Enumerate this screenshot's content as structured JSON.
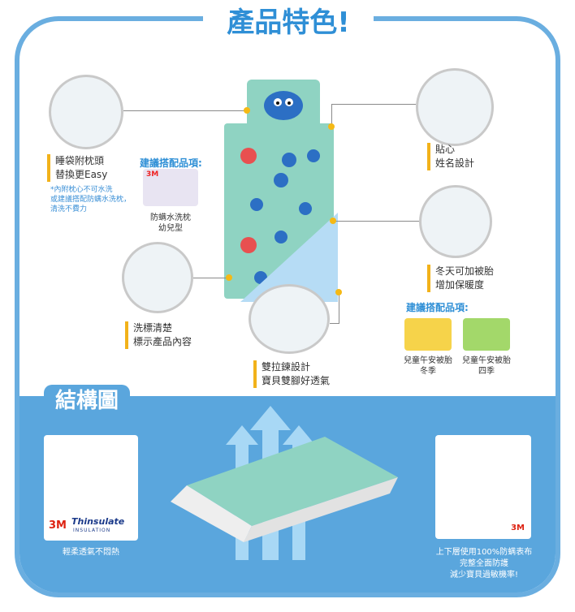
{
  "header": {
    "title": "產品特色!"
  },
  "features": {
    "pillow": {
      "line1": "睡袋附枕頭",
      "line2": "替換更Easy",
      "note1": "*內附枕心不可水洗",
      "note2": "或建議搭配防螨水洗枕，",
      "note3": "清洗不費力"
    },
    "rec_pillow": {
      "title": "建議搭配品項:",
      "cap1": "防螨水洗枕",
      "cap2": "幼兒型",
      "brand": "3M"
    },
    "wash": {
      "line1": "洗標清楚",
      "line2": "標示產品內容"
    },
    "name": {
      "line1": "貼心",
      "line2": "姓名設計"
    },
    "winter": {
      "line1": "冬天可加被胎",
      "line2": "增加保暖度"
    },
    "rec_quilt": {
      "title": "建議搭配品項:",
      "p1_line1": "兒童午安被胎",
      "p1_line2": "冬季",
      "p2_line1": "兒童午安被胎",
      "p2_line2": "四季"
    },
    "zipper": {
      "line1": "雙拉鍊設計",
      "line2": "寶貝雙腳好透氣"
    }
  },
  "structure": {
    "title": "結構圖",
    "left_caption": "輕柔透氣不悶熱",
    "brand_3m": "3M",
    "brand_thinsulate": "Thinsulate",
    "brand_insulation": "INSULATION",
    "right_caption1": "上下層使用100%防螨表布",
    "right_caption2": "完整全面防護",
    "right_caption3": "減少寶貝過敏機率!",
    "right_badge": "3M"
  },
  "colors": {
    "accent_blue": "#2f8fd6",
    "frame_blue": "#6aaee0",
    "mint": "#8fd3c2",
    "highlight": "#f2b21a"
  }
}
